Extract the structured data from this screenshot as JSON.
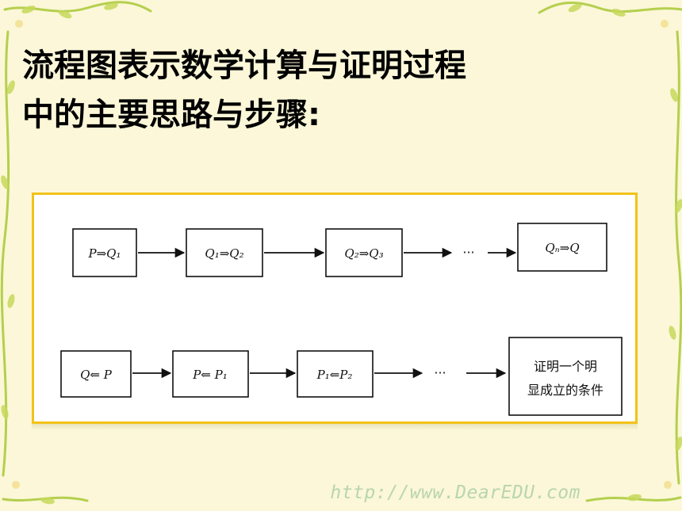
{
  "slide": {
    "title_lines": [
      "流程图表示数学计算与证明过程",
      "中的主要思路与步骤:"
    ],
    "watermark": "http://www.DearEDU.com"
  },
  "flow_top": {
    "nodes": [
      "P⇒Q₁",
      "Q₁⇒Q₂",
      "Q₂⇒Q₃",
      "Qₙ⇒Q"
    ],
    "ellipsis": "···"
  },
  "flow_bottom": {
    "nodes": [
      "Q⇐ P",
      "P⇐ P₁",
      "P₁⇐P₂"
    ],
    "final_lines": [
      "证明一个明",
      "显成立的条件"
    ],
    "ellipsis": "···"
  },
  "colors": {
    "background": "#fbf7d8",
    "panel_border": "#f2c21a",
    "vine": "#b5cf4e",
    "watermark": "#b9d5b0"
  }
}
